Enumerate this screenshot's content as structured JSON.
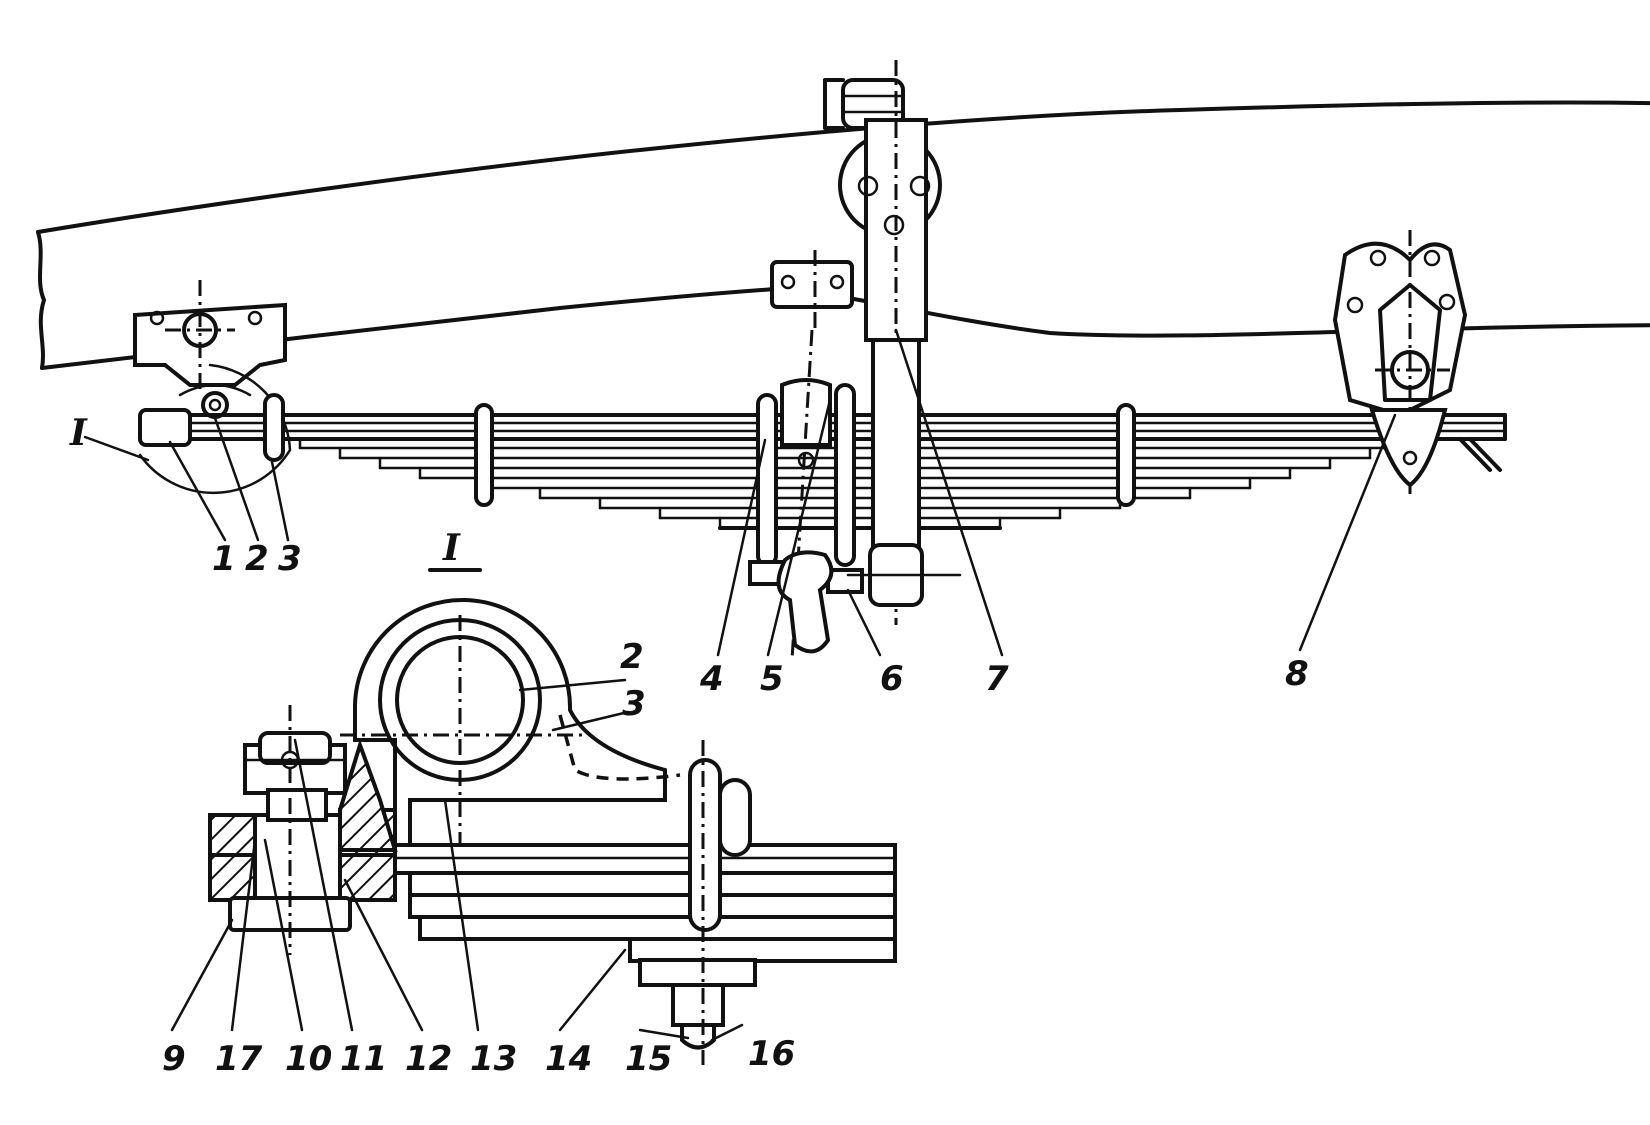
{
  "callouts": {
    "c1": "1",
    "c2": "2",
    "c3": "3",
    "c4": "4",
    "c5": "5",
    "c6": "6",
    "c7": "7",
    "c8": "8",
    "c9": "9",
    "c10": "10",
    "c11": "11",
    "c12": "12",
    "c13": "13",
    "c14": "14",
    "c15": "15",
    "c16": "16",
    "c17": "17",
    "d2": "2",
    "d3": "3"
  },
  "view_marks": {
    "detail_ref": "I",
    "section_title": "I"
  }
}
